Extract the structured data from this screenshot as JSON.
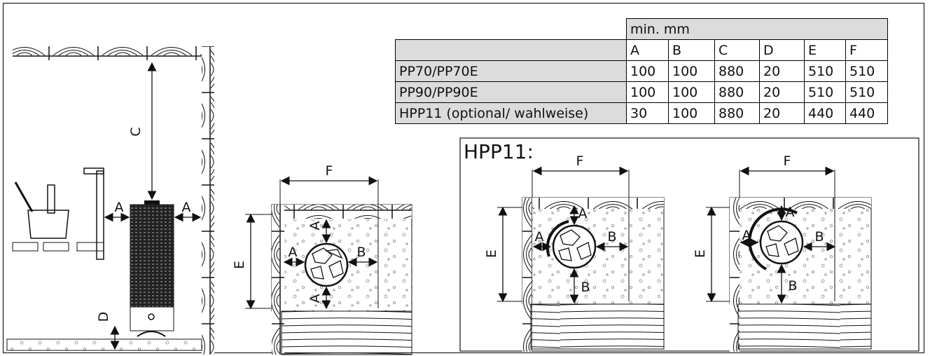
{
  "table": {
    "unit_header": "min. mm",
    "columns": [
      "A",
      "B",
      "C",
      "D",
      "E",
      "F"
    ],
    "rows": [
      {
        "model": "PP70/PP70E",
        "values": [
          "100",
          "100",
          "880",
          "20",
          "510",
          "510"
        ]
      },
      {
        "model": "PP90/PP90E",
        "values": [
          "100",
          "100",
          "880",
          "20",
          "510",
          "510"
        ]
      },
      {
        "model": "HPP11 (optional/ wahlweise)",
        "values": [
          "30",
          "100",
          "880",
          "20",
          "440",
          "440"
        ]
      }
    ]
  },
  "inset_title": "HPP11:",
  "labels": {
    "A": "A",
    "B": "B",
    "C": "C",
    "D": "D",
    "E": "E",
    "F": "F"
  }
}
